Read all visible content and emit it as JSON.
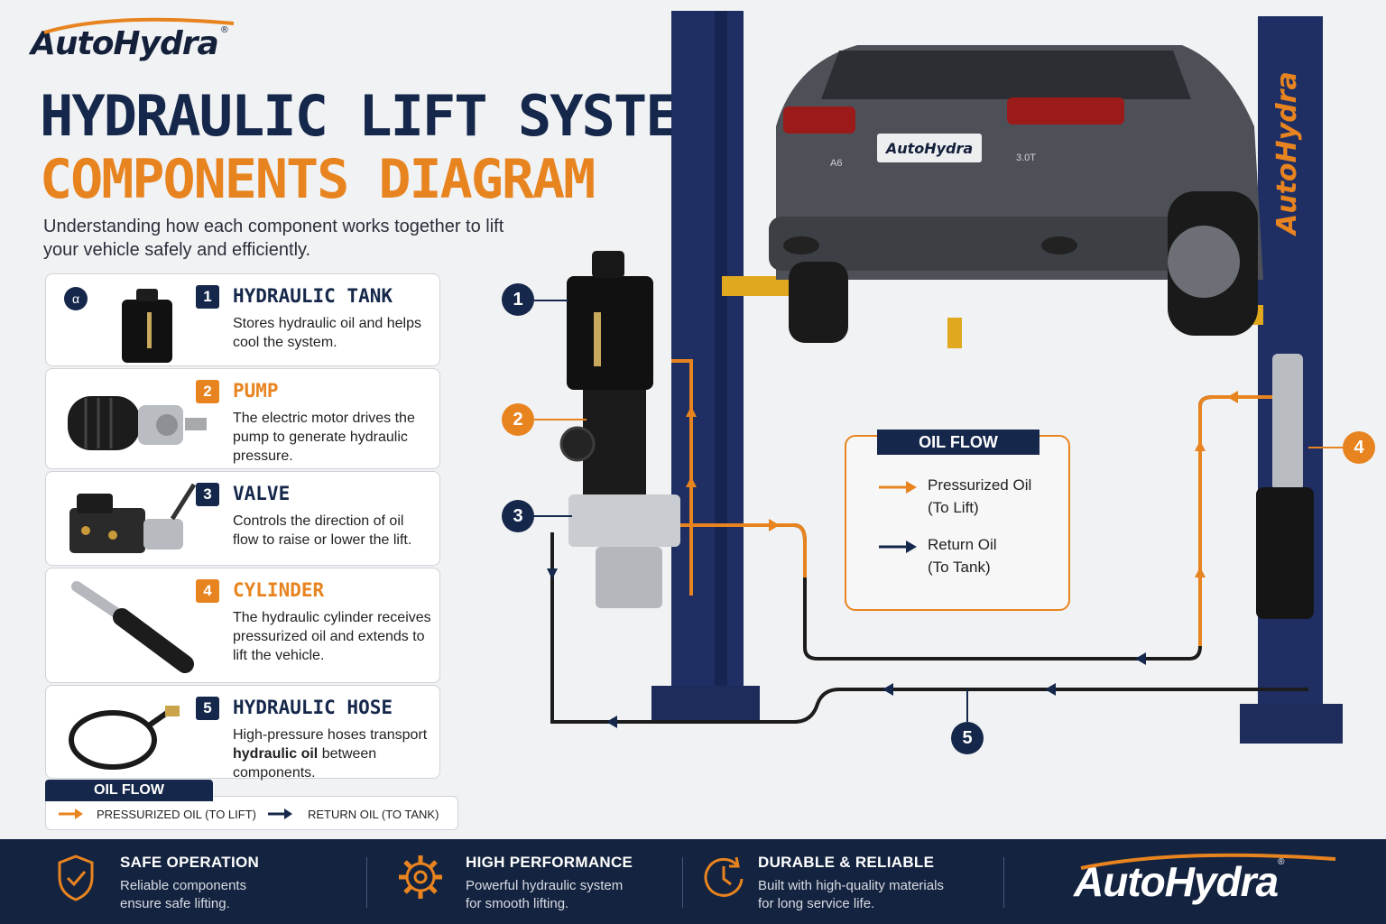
{
  "brand": {
    "name": "AutoHydra",
    "registered": "®"
  },
  "header": {
    "title_line1": "HYDRAULIC LIFT SYSTEM",
    "title_line2": "COMPONENTS DIAGRAM",
    "subtitle": "Understanding how each component works together to lift your vehicle safely and efficiently."
  },
  "components": [
    {
      "number": "1",
      "name": "HYDRAULIC TANK",
      "description": "Stores hydraulic oil and helps cool the system.",
      "color": "#15274a",
      "thumb_tag": "α"
    },
    {
      "number": "2",
      "name": "PUMP",
      "description": "The electric motor drives the pump to generate hydraulic pressure.",
      "color": "#e8841f"
    },
    {
      "number": "3",
      "name": "VALVE",
      "description": "Controls the direction of oil flow to raise or lower the lift.",
      "color": "#15274a"
    },
    {
      "number": "4",
      "name": "CYLINDER",
      "description": "The hydraulic cylinder receives pressurized oil and extends to lift the vehicle.",
      "color": "#e8841f"
    },
    {
      "number": "5",
      "name": "HYDRAULIC HOSE",
      "description_pre": "High-pressure hoses transport ",
      "description_bold": "hydraulic oil",
      "description_post": " between components.",
      "color": "#15274a"
    }
  ],
  "legend_small": {
    "title": "OIL FLOW",
    "pressurized": "PRESSURIZED OIL (TO LIFT)",
    "return": "RETURN OIL (TO TANK)"
  },
  "diagram": {
    "callouts": [
      "1",
      "2",
      "3",
      "4",
      "5"
    ],
    "car_badge": "AutoHydra",
    "car_model": "A6",
    "car_engine": "3.0T",
    "post_brand": "AutoHydra",
    "flow_legend": {
      "title": "OIL FLOW",
      "pressurized_label": "Pressurized Oil",
      "pressurized_sub": "(To Lift)",
      "return_label": "Return Oil",
      "return_sub": "(To Tank)"
    }
  },
  "colors": {
    "navy": "#15274a",
    "orange": "#e8841f",
    "footer": "#14233f",
    "lift_yellow": "#e0a81e"
  },
  "footer": {
    "features": [
      {
        "icon": "shield-check-icon",
        "title": "SAFE OPERATION",
        "line1": "Reliable components",
        "line2": "ensure safe lifting."
      },
      {
        "icon": "gear-icon",
        "title": "HIGH PERFORMANCE",
        "line1": "Powerful hydraulic system",
        "line2": "for smooth lifting."
      },
      {
        "icon": "clock-icon",
        "title": "DURABLE & RELIABLE",
        "line1": "Built with high-quality materials",
        "line2": "for long service life."
      }
    ],
    "brand": "AutoHydra",
    "registered": "®"
  }
}
